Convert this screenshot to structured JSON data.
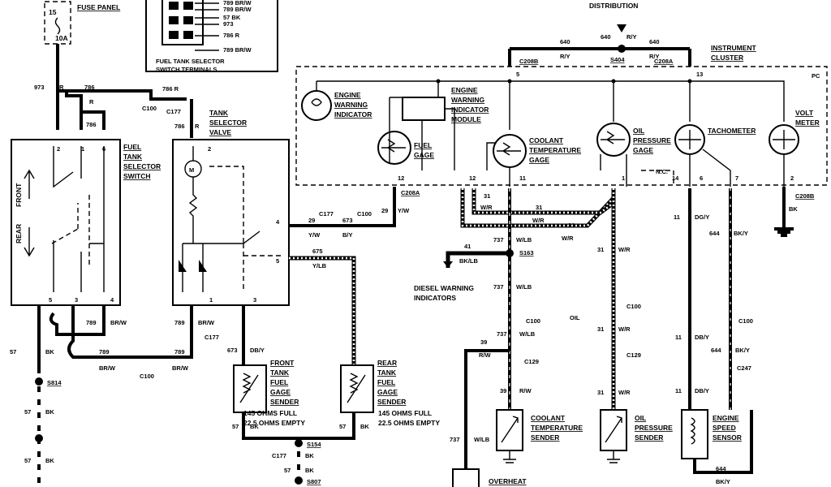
{
  "top": {
    "distribution": "DISTRIBUTION",
    "fuse_panel": "FUSE PANEL",
    "fuse_num": "15",
    "fuse_amp": "10A",
    "instrument_cluster": "INSTRUMENT CLUSTER",
    "pc": "PC"
  },
  "terminals": {
    "title": "FUEL TANK SELECTOR SWITCH TERMINALS",
    "w1": "789 BR/W",
    "w2": "789 BR/W",
    "w3": "57 BK",
    "w4": "973",
    "w5": "786 R",
    "w6": "789 BR/W"
  },
  "labels": {
    "fuel_selector_switch": "FUEL TANK SELECTOR SWITCH",
    "front": "FRONT",
    "rear": "REAR",
    "tank_selector_valve": "TANK SELECTOR VALVE",
    "engine_warning_indicator": "ENGINE WARNING INDICATOR",
    "engine_warning_module": "ENGINE WARNING INDICATOR MODULE",
    "fuel_gage": "FUEL GAGE",
    "coolant_temp_gage": "COOLANT TEMPERATURE GAGE",
    "oil_pressure_gage": "OIL PRESSURE GAGE",
    "tachometer": "TACHOMETER",
    "volt_meter": "VOLT METER",
    "diesel_warning": "DIESEL WARNING INDICATORS",
    "oil": "OIL",
    "front_sender": "FRONT TANK FUEL GAGE SENDER",
    "rear_sender": "REAR TANK FUEL GAGE SENDER",
    "ohms_front_1": "145 OHMS FULL",
    "ohms_front_2": "22.5 OHMS EMPTY",
    "ohms_rear_1": "145 OHMS FULL",
    "ohms_rear_2": "22.5 OHMS EMPTY",
    "coolant_sender": "COOLANT TEMPERATURE SENDER",
    "oil_sender": "OIL PRESSURE SENDER",
    "engine_speed_sensor": "ENGINE SPEED SENSOR",
    "overheat": "OVERHEAT",
    "nc": "N.C."
  },
  "connectors": {
    "c208b": "C208B",
    "c208a": "C208A",
    "s404": "S404",
    "c100": "C100",
    "c177": "C177",
    "s163": "S163",
    "c129": "C129",
    "c247": "C247",
    "s814": "S814",
    "s154": "S154",
    "s807": "S807"
  },
  "wires": {
    "w973": "973",
    "r": "R",
    "w786": "786",
    "w786r": "786 R",
    "w640": "640",
    "w640ry": "640 R/Y",
    "ry": "R/Y",
    "w789": "789",
    "brw": "BR/W",
    "w57": "57",
    "bk": "BK",
    "w29": "29",
    "yw": "Y/W",
    "w673": "673",
    "by": "B/Y",
    "w675": "675",
    "ylb": "Y/LB",
    "dby": "DB/Y",
    "w41": "41",
    "bklb": "BK/LB",
    "w737": "737",
    "wlb": "W/LB",
    "w31": "31",
    "wr": "W/R",
    "w11": "11",
    "dgy": "DG/Y",
    "w644": "644",
    "bky": "BK/Y",
    "w39": "39",
    "rw": "R/W"
  },
  "pins": {
    "p1": "1",
    "p2": "2",
    "p3": "3",
    "p4": "4",
    "p5": "5",
    "p6": "6",
    "p7": "7",
    "p11": "11",
    "p12": "12",
    "p13": "13",
    "p14": "14"
  }
}
